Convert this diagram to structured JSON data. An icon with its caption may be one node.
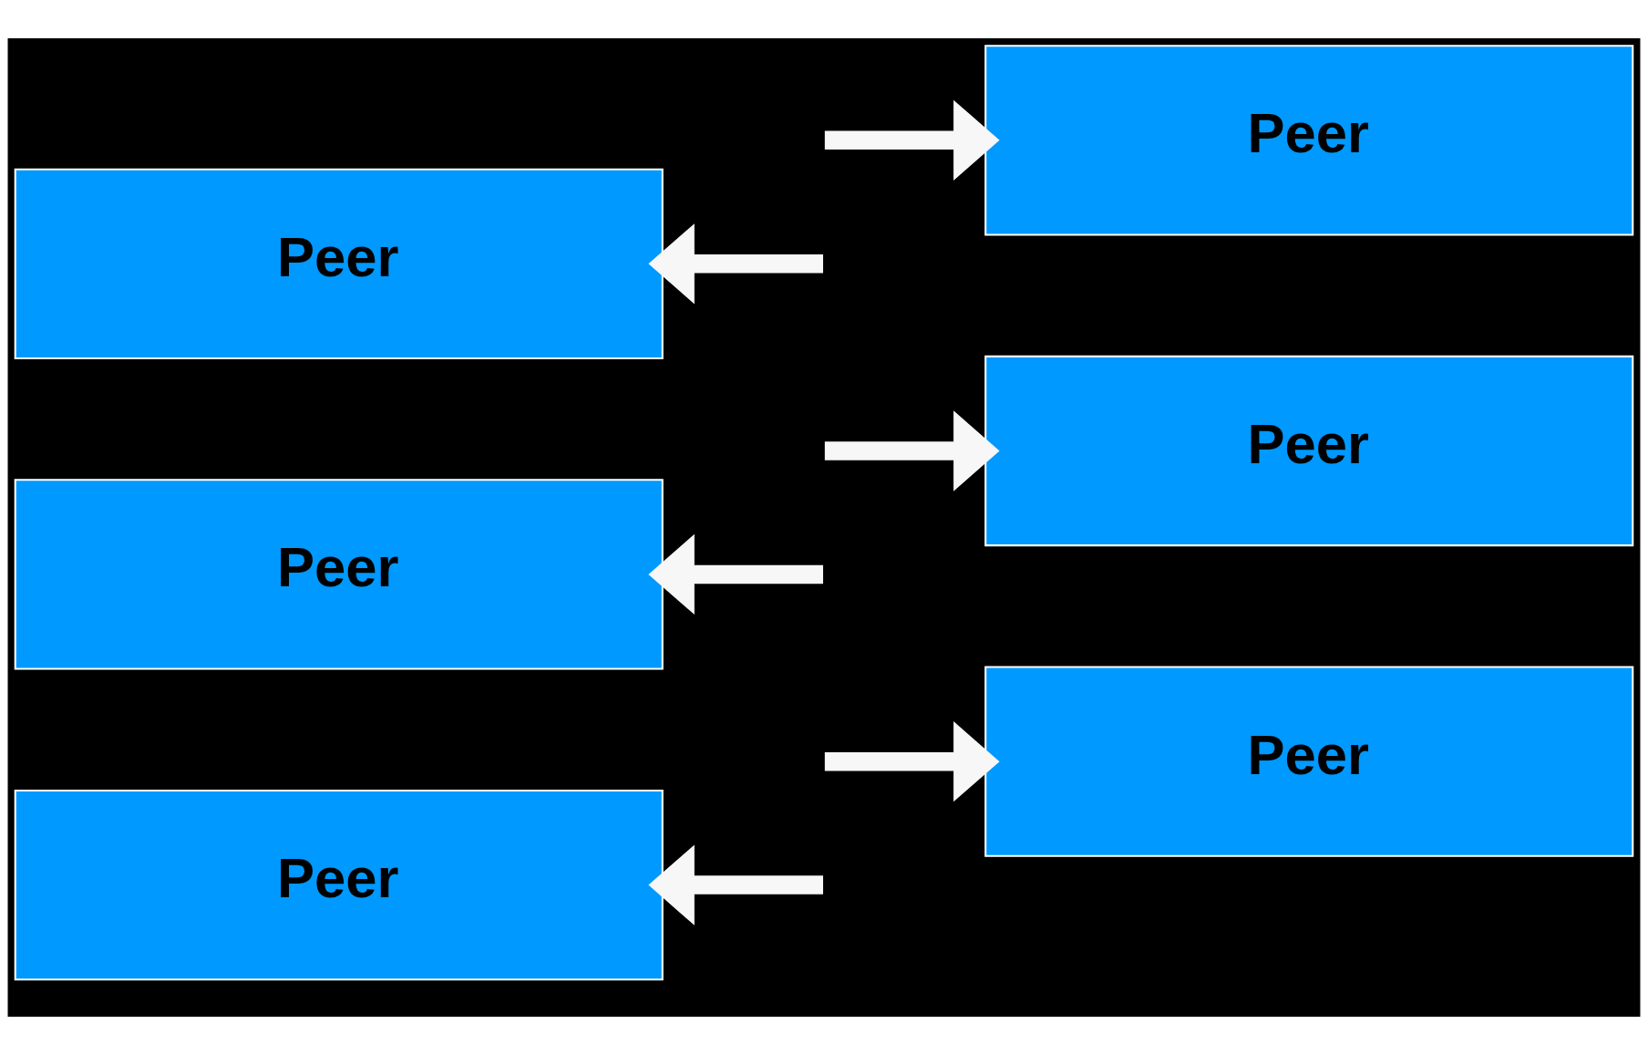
{
  "diagram": {
    "nodes": [
      {
        "text": [
          "Peer"
        ]
      },
      {
        "text": [
          "Peer"
        ]
      },
      {
        "text": [
          "Peer"
        ]
      },
      {
        "text": [
          "Peer"
        ]
      },
      {
        "text": [
          "Peer"
        ]
      },
      {
        "text": [
          "Peer"
        ]
      }
    ],
    "edges": [
      {
        "from": null,
        "to": 0,
        "arrow": "to"
      },
      {
        "from": null,
        "to": 1,
        "arrow": "to"
      },
      {
        "from": null,
        "to": 2,
        "arrow": "to"
      },
      {
        "from": null,
        "to": 3,
        "arrow": "to"
      },
      {
        "from": null,
        "to": 4,
        "arrow": "to"
      },
      {
        "from": null,
        "to": 5,
        "arrow": "to"
      }
    ]
  }
}
